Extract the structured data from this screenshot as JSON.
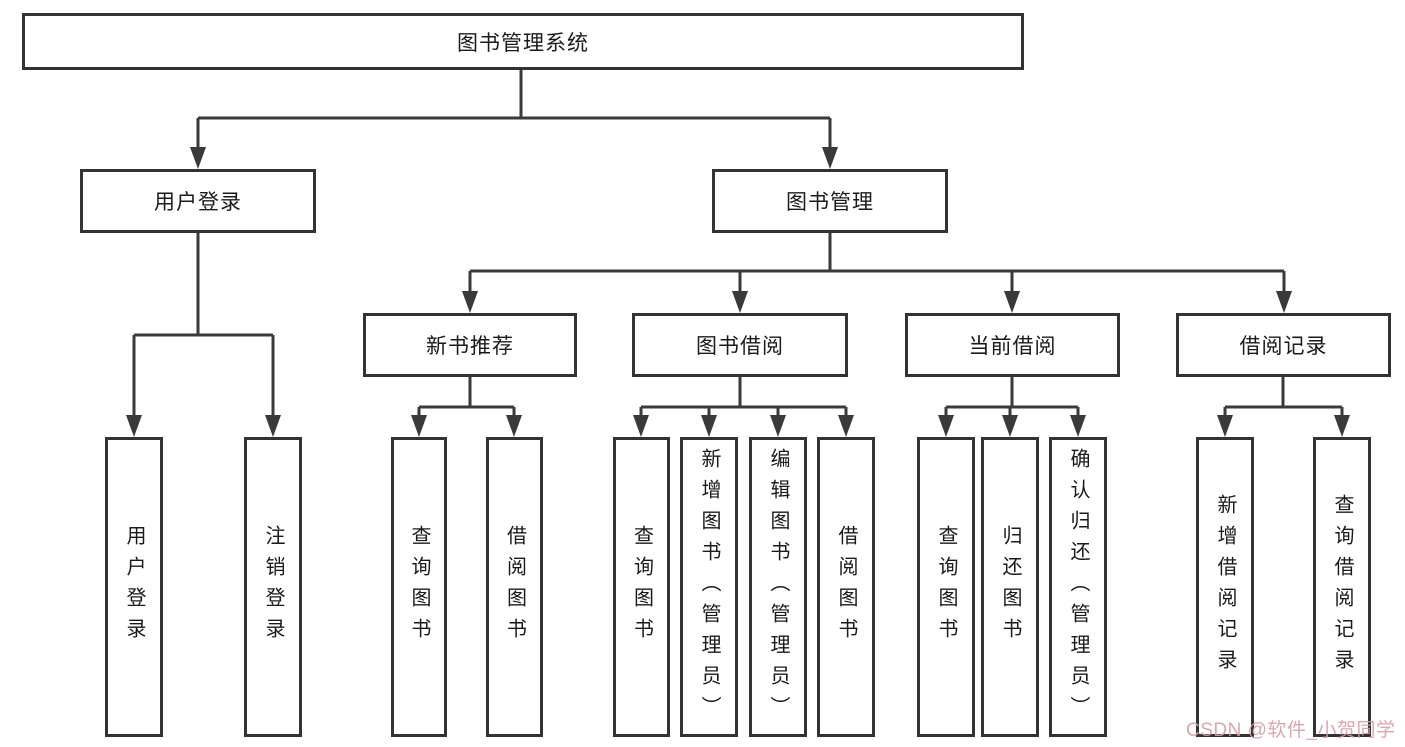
{
  "diagram": {
    "title": "图书管理系统",
    "level2": {
      "login": "用户登录",
      "manage": "图书管理"
    },
    "login_children": [
      "用户登录",
      "注销登录"
    ],
    "manage_children": {
      "newbook": {
        "label": "新书推荐",
        "children": [
          "查询图书",
          "借阅图书"
        ]
      },
      "borrow": {
        "label": "图书借阅",
        "children": [
          "查询图书",
          "新增图书（管理员）",
          "编辑图书（管理员）",
          "借阅图书"
        ]
      },
      "current": {
        "label": "当前借阅",
        "children": [
          "查询图书",
          "归还图书",
          "确认归还（管理员）"
        ]
      },
      "records": {
        "label": "借阅记录",
        "children": [
          "新增借阅记录",
          "查询借阅记录"
        ]
      }
    }
  },
  "watermark": {
    "text": "CSDN @软件_小贺同学",
    "color": "#d59ea6"
  },
  "colors": {
    "border": "#333333",
    "line": "#3a3a3a",
    "text": "#1a1a1a",
    "background": "#ffffff"
  }
}
